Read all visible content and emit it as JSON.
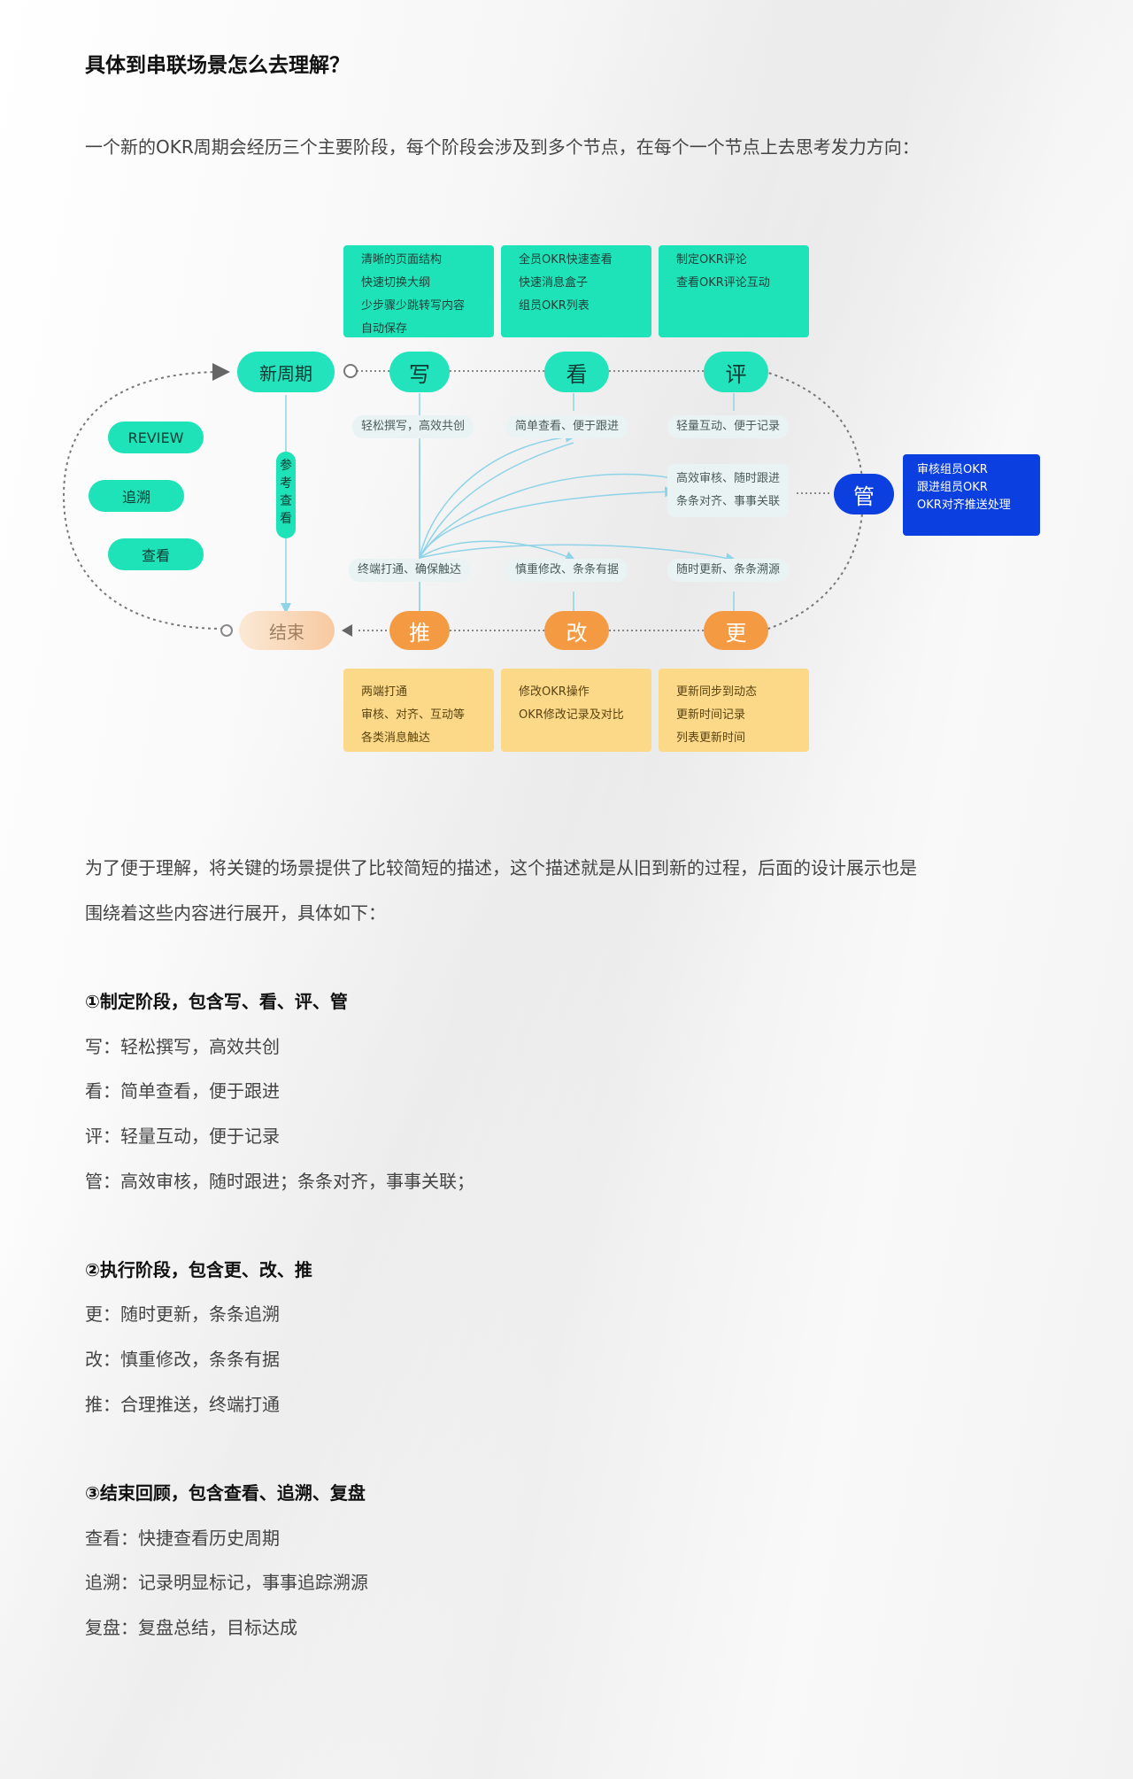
{
  "title": "具体到串联场景怎么去理解？",
  "intro": "一个新的OKR周期会经历三个主要阶段，每个阶段会涉及到多个节点，在每个一个节点上去思考发力方向：",
  "diagram": {
    "boxes_top": [
      [
        "清晰的页面结构",
        "快速切换大纲",
        "少步骤少跳转写内容",
        "自动保存"
      ],
      [
        "全员OKR快速查看",
        "快速消息盒子",
        "组员OKR列表"
      ],
      [
        "制定OKR评论",
        "查看OKR评论互动"
      ]
    ],
    "boxes_bottom": [
      [
        "两端打通",
        "审核、对齐、互动等",
        "各类消息触达"
      ],
      [
        "修改OKR操作",
        "OKR修改记录及对比"
      ],
      [
        "更新同步到动态",
        "更新时间记录",
        "列表更新时间"
      ]
    ],
    "box_manage": [
      "审核组员OKR",
      "跟进组员OKR",
      "OKR对齐推送处理"
    ],
    "nodes": {
      "start": "新周期",
      "write": "写",
      "view": "看",
      "comment": "评",
      "manage": "管",
      "end": "结束",
      "push": "推",
      "modify": "改",
      "update": "更"
    },
    "tags": {
      "write": "轻松撰写，高效共创",
      "view": "简单查看、便于跟进",
      "comment": "轻量互动、便于记录",
      "manage_1": "高效审核、随时跟进",
      "manage_2": "条条对齐、事事关联",
      "push": "终端打通、确保触达",
      "modify": "慎重修改、条条有据",
      "update": "随时更新、条条溯源"
    },
    "side": [
      "REVIEW",
      "追溯",
      "查看"
    ],
    "vertical": "参考查看",
    "colors": {
      "green": "#1ee3b9",
      "orange": "#f49a42",
      "light_orange": "#fbd989",
      "blue": "#0b3fe0"
    }
  },
  "para2_l1": "为了便于理解，将关键的场景提供了比较简短的描述，这个描述就是从旧到新的过程，后面的设计展示也是",
  "para2_l2": "围绕着这些内容进行展开，具体如下：",
  "sections": [
    {
      "heading": "①制定阶段，包含写、看、评、管",
      "lines": [
        "写：轻松撰写，高效共创",
        "看：简单查看，便于跟进",
        "评：轻量互动，便于记录",
        "管：高效审核，随时跟进；条条对齐，事事关联；"
      ]
    },
    {
      "heading": "②执行阶段，包含更、改、推",
      "lines": [
        "更：随时更新，条条追溯",
        "改：慎重修改，条条有据",
        "推：合理推送，终端打通"
      ]
    },
    {
      "heading": "③结束回顾，包含查看、追溯、复盘",
      "lines": [
        "查看：快捷查看历史周期",
        "追溯：记录明显标记，事事追踪溯源",
        "复盘：复盘总结，目标达成"
      ]
    }
  ]
}
